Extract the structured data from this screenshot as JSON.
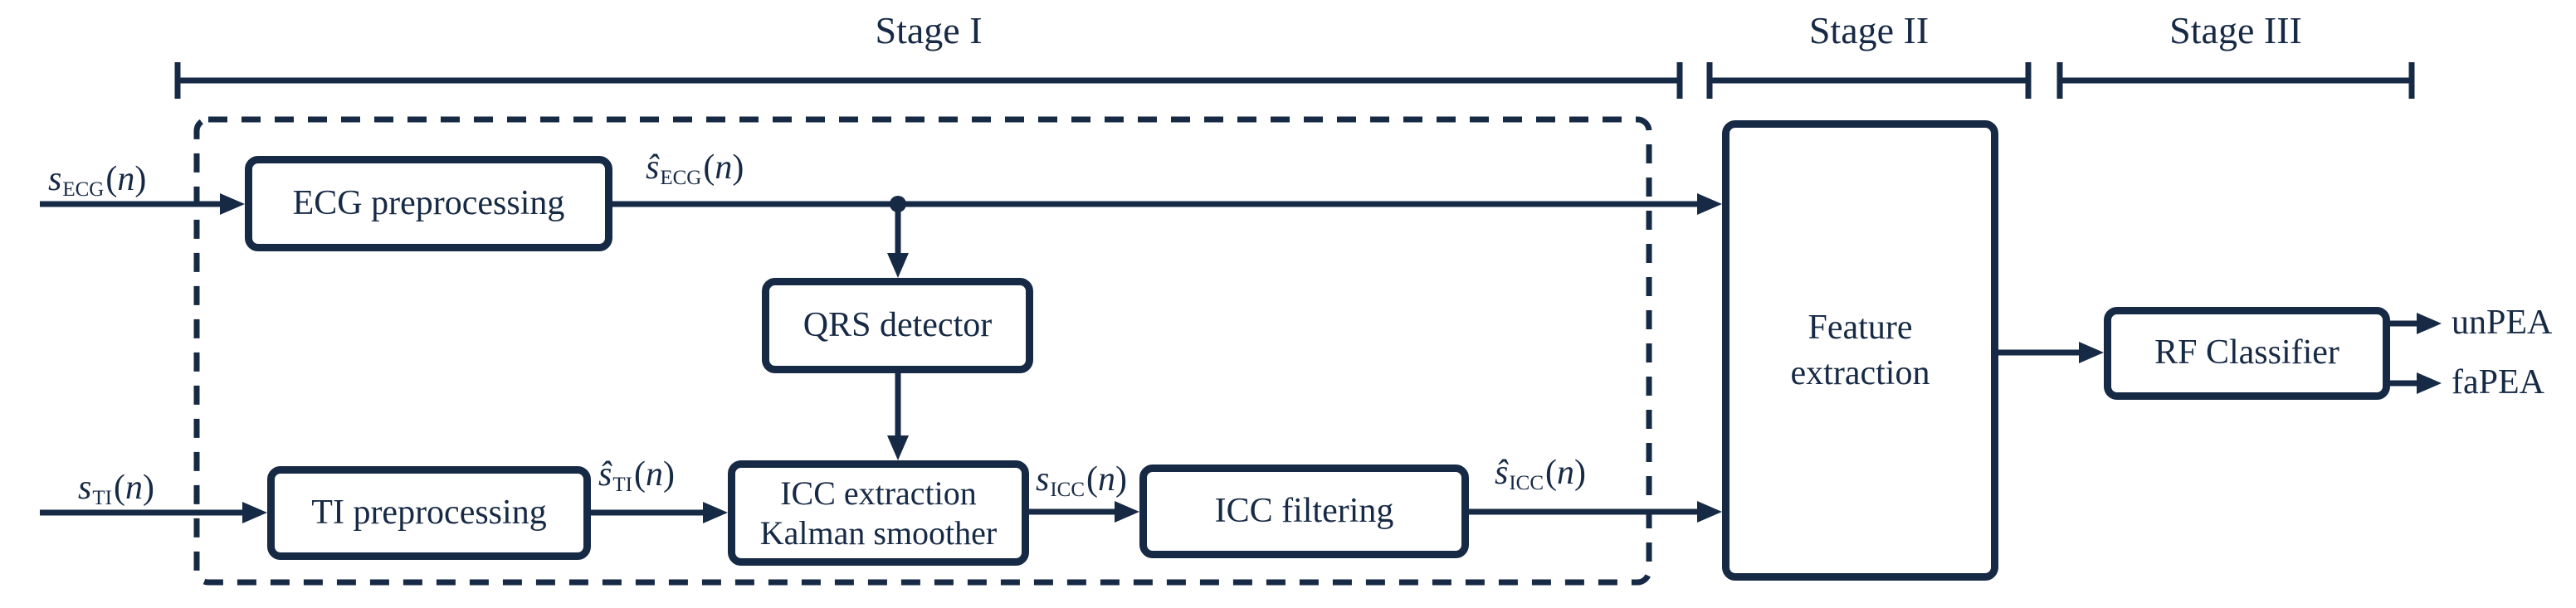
{
  "theme": {
    "ink": "#172a45",
    "bg": "#ffffff"
  },
  "stages": {
    "stage1": "Stage I",
    "stage2": "Stage II",
    "stage3": "Stage III"
  },
  "blocks": {
    "ecg_pre": {
      "label": "ECG preprocessing"
    },
    "qrs": {
      "label": "QRS detector"
    },
    "ti_pre": {
      "label": "TI preprocessing"
    },
    "icc_ext": {
      "line1": "ICC extraction",
      "line2": "Kalman smoother"
    },
    "icc_filt": {
      "label": "ICC filtering"
    },
    "feature": {
      "line1": "Feature",
      "line2": "extraction"
    },
    "rf": {
      "label": "RF Classifier"
    }
  },
  "math": {
    "open": "(",
    "var": "n",
    "close": ")"
  },
  "signals": {
    "s_ecg": {
      "base": "s",
      "sub": "ECG"
    },
    "s_ecg_hat": {
      "base": "ŝ",
      "sub": "ECG"
    },
    "s_ti": {
      "base": "s",
      "sub": "TI"
    },
    "s_ti_hat": {
      "base": "ŝ",
      "sub": "TI"
    },
    "s_icc": {
      "base": "s",
      "sub": "ICC"
    },
    "s_icc_hat": {
      "base": "ŝ",
      "sub": "ICC"
    }
  },
  "outputs": {
    "unpea": "unPEA",
    "fapea": "faPEA"
  }
}
